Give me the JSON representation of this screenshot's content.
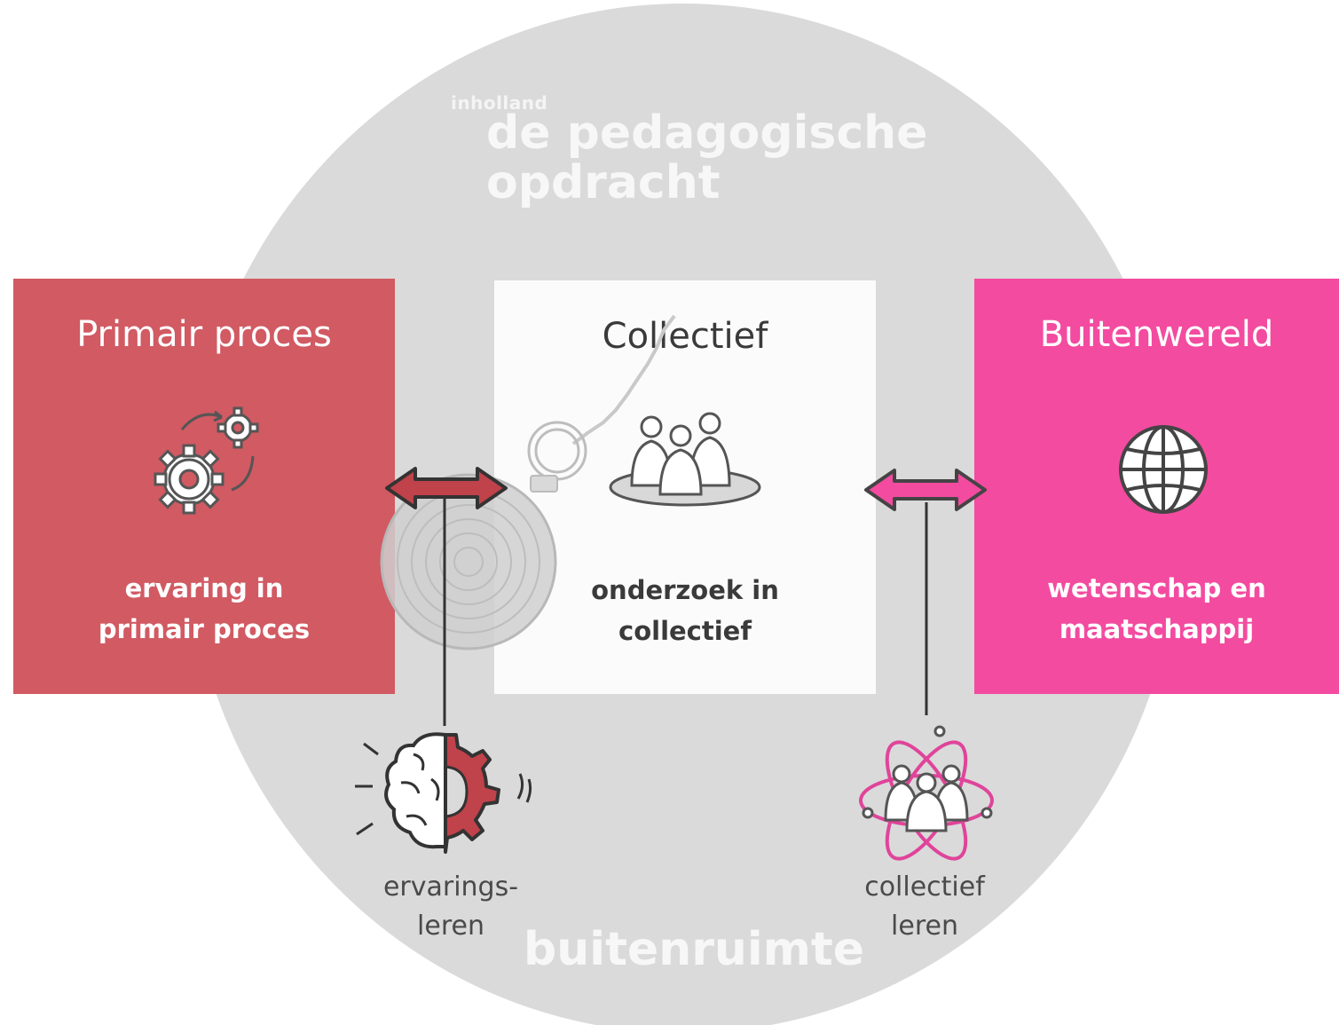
{
  "header": {
    "brand": "inholland",
    "title_line1": "de pedagogische",
    "title_line2": "opdracht"
  },
  "panels": {
    "left": {
      "title": "Primair proces",
      "sub_line1": "ervaring in",
      "sub_line2": "primair proces",
      "icon": "gears-icon",
      "color": "#d15a63"
    },
    "middle": {
      "title": "Collectief",
      "sub_line1": "onderzoek in",
      "sub_line2": "collectief",
      "icon": "group-icon",
      "color": "#fbfbfb"
    },
    "right": {
      "title": "Buitenwereld",
      "sub_line1": "wetenschap en",
      "sub_line2": "maatschappij",
      "icon": "globe-icon",
      "color": "#f34ba0"
    }
  },
  "connectors": {
    "left": {
      "line1": "ervarings-",
      "line2": "leren",
      "icon": "brain-gear-icon"
    },
    "right": {
      "line1": "collectief",
      "line2": "leren",
      "icon": "atom-people-icon"
    }
  },
  "footer": {
    "label": "buitenruimte"
  }
}
